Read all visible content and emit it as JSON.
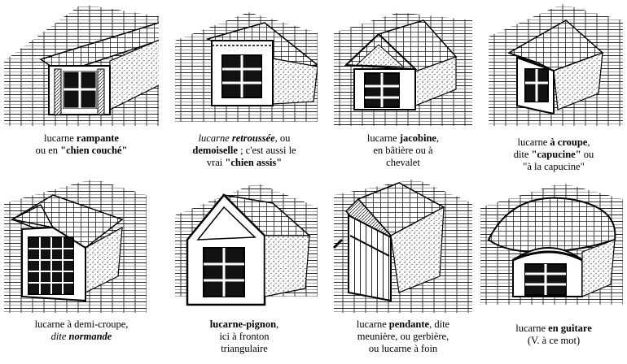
{
  "plate": {
    "items": [
      {
        "caption": {
          "l1_a": "lucarne ",
          "l1_b": "rampante",
          "l2_a": "ou en ",
          "l2_b": "\"chien couché\""
        }
      },
      {
        "caption": {
          "l1_a": "lucarne ",
          "l1_b": "retroussée",
          "l1_c": ", ou",
          "l2_a": "demoiselle",
          "l2_b": " ; c'est aussi le",
          "l3_a": "vrai ",
          "l3_b": "\"chien assis\""
        }
      },
      {
        "caption": {
          "l1_a": "lucarne ",
          "l1_b": "jacobine",
          "l1_c": ",",
          "l2": "en bâtière ou à",
          "l3": "chevalet"
        }
      },
      {
        "caption": {
          "l1_a": "lucarne ",
          "l1_b": "à croupe",
          "l1_c": ",",
          "l2_a": "dite ",
          "l2_b": "\"capucine\"",
          "l2_c": " ou",
          "l3": "\"à la capucine\""
        }
      },
      {
        "caption": {
          "l1": "lucarne à demi-croupe,",
          "l2_a": "dite ",
          "l2_b": "normande"
        }
      },
      {
        "caption": {
          "l1_a": "lucarne-pignon",
          "l1_b": ",",
          "l2": "ici à fronton",
          "l3": "triangulaire"
        }
      },
      {
        "caption": {
          "l1_a": "lucarne ",
          "l1_b": "pendante",
          "l1_c": ", dite",
          "l2": "meunière, ou gerbière,",
          "l3": "ou lucarne à foin"
        }
      },
      {
        "caption": {
          "l1_a": "lucarne ",
          "l1_b": "en guitare",
          "l2": "(V. à ce mot)"
        }
      }
    ]
  }
}
